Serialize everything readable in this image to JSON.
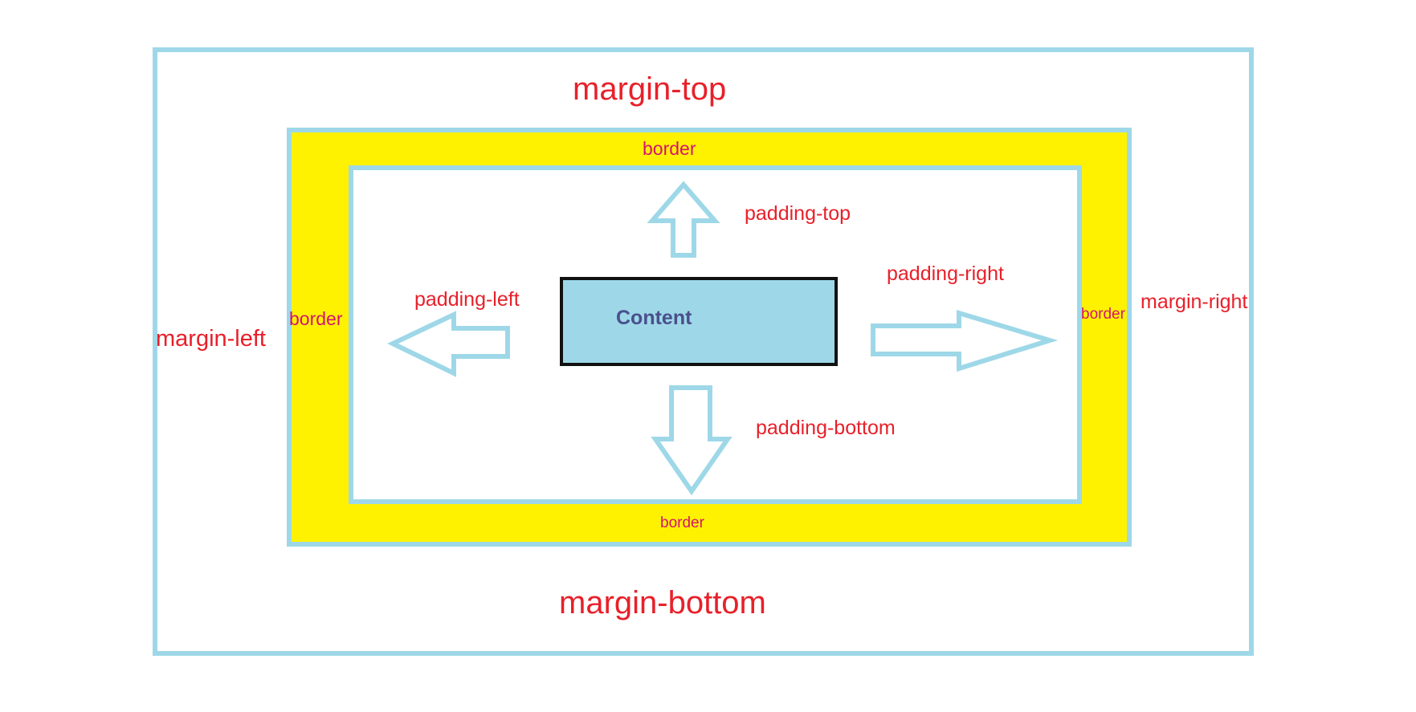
{
  "diagram": {
    "content_label": "Content",
    "margin": {
      "top": "margin-top",
      "bottom": "margin-bottom",
      "left": "margin-left",
      "right": "margin-right"
    },
    "padding": {
      "top": "padding-top",
      "bottom": "padding-bottom",
      "left": "padding-left",
      "right": "padding-right"
    },
    "border": {
      "top": "border",
      "bottom": "border",
      "left": "border",
      "right": "border"
    },
    "colors": {
      "outline": "#9ed8e8",
      "border_fill": "#fff200",
      "content_fill": "#9ed8e8",
      "label_red": "#e8202a",
      "border_label": "#d4146e",
      "content_text": "#4a4f8c"
    }
  }
}
